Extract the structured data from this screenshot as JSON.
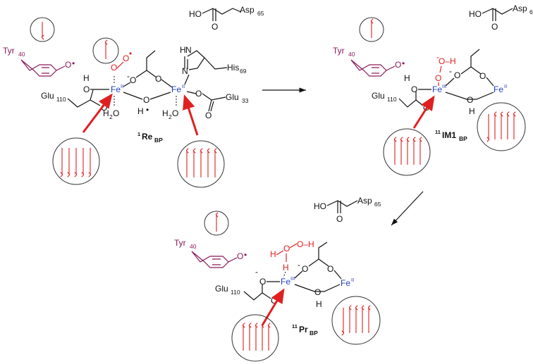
{
  "colors": {
    "iron": "#1f3fbf",
    "spin": "#e02020",
    "tyrosine": "#8b1a5a",
    "text": "#111111"
  },
  "labels": {
    "asp": "Asp",
    "asp_num": "65",
    "ho": "HO",
    "tyr": "Tyr",
    "tyr_num": "40",
    "o": "O",
    "o_minus": "-",
    "dot": "•",
    "his": "His",
    "his_num": "69",
    "glu": "Glu",
    "glu110": "110",
    "glu33": "33",
    "fe": "Fe",
    "ii": "II",
    "iii": "III",
    "h": "H",
    "h2o": "H",
    "two": "2",
    "n": "N",
    "nh": "N",
    "o_h": "O–H",
    "h_o_h": "H",
    "state1": "Re",
    "state1_pre": "1",
    "state1_sub": "BP",
    "state2": "IM1",
    "state2_pre": "11",
    "state2_sub": "BP",
    "state3": "Pr",
    "state3_pre": "11",
    "state3_sub": "BP"
  }
}
